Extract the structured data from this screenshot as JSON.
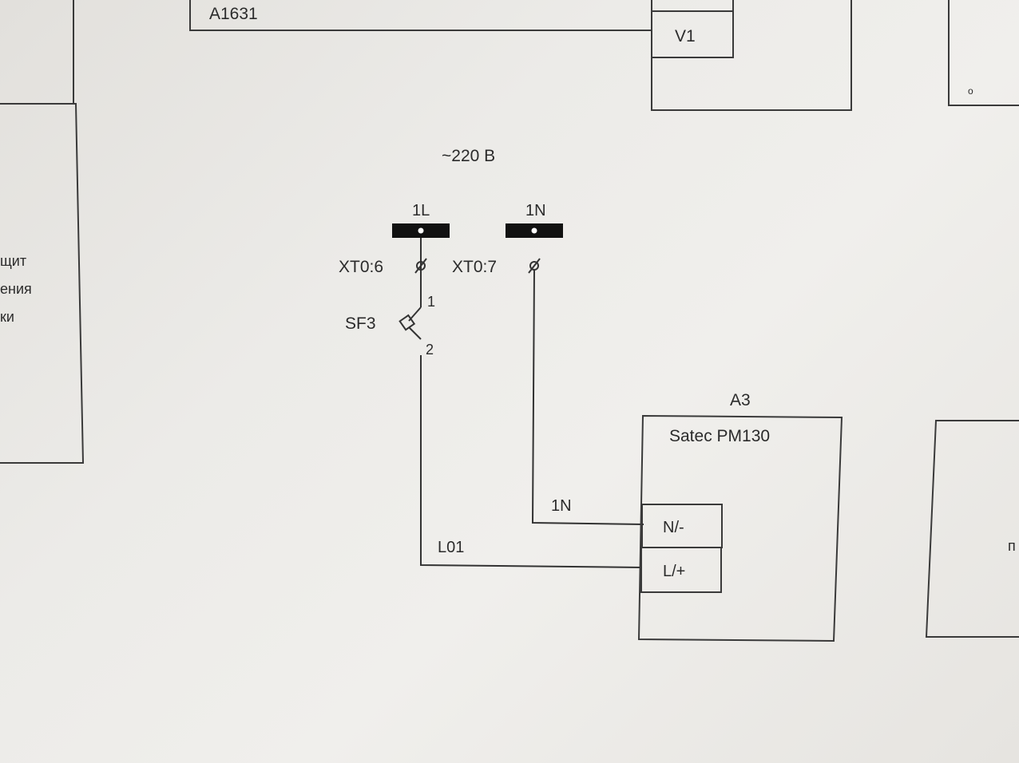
{
  "top_block": {
    "label": "A1631",
    "cell": "V1"
  },
  "left_block": {
    "fragments": [
      "щит",
      "ения",
      "ки"
    ]
  },
  "right_block": {
    "fragment": "п"
  },
  "supply": {
    "voltage": "~220 В"
  },
  "terminals": [
    {
      "id": "1L",
      "ref": "XT0:6"
    },
    {
      "id": "1N",
      "ref": "XT0:7"
    }
  ],
  "breaker": {
    "ref": "SF3",
    "pin_in": "1",
    "pin_out": "2"
  },
  "wires": {
    "line": "L01",
    "neutral": "1N"
  },
  "device": {
    "ref": "A3",
    "model": "Satec PM130",
    "ports": [
      "N/-",
      "L/+"
    ]
  }
}
